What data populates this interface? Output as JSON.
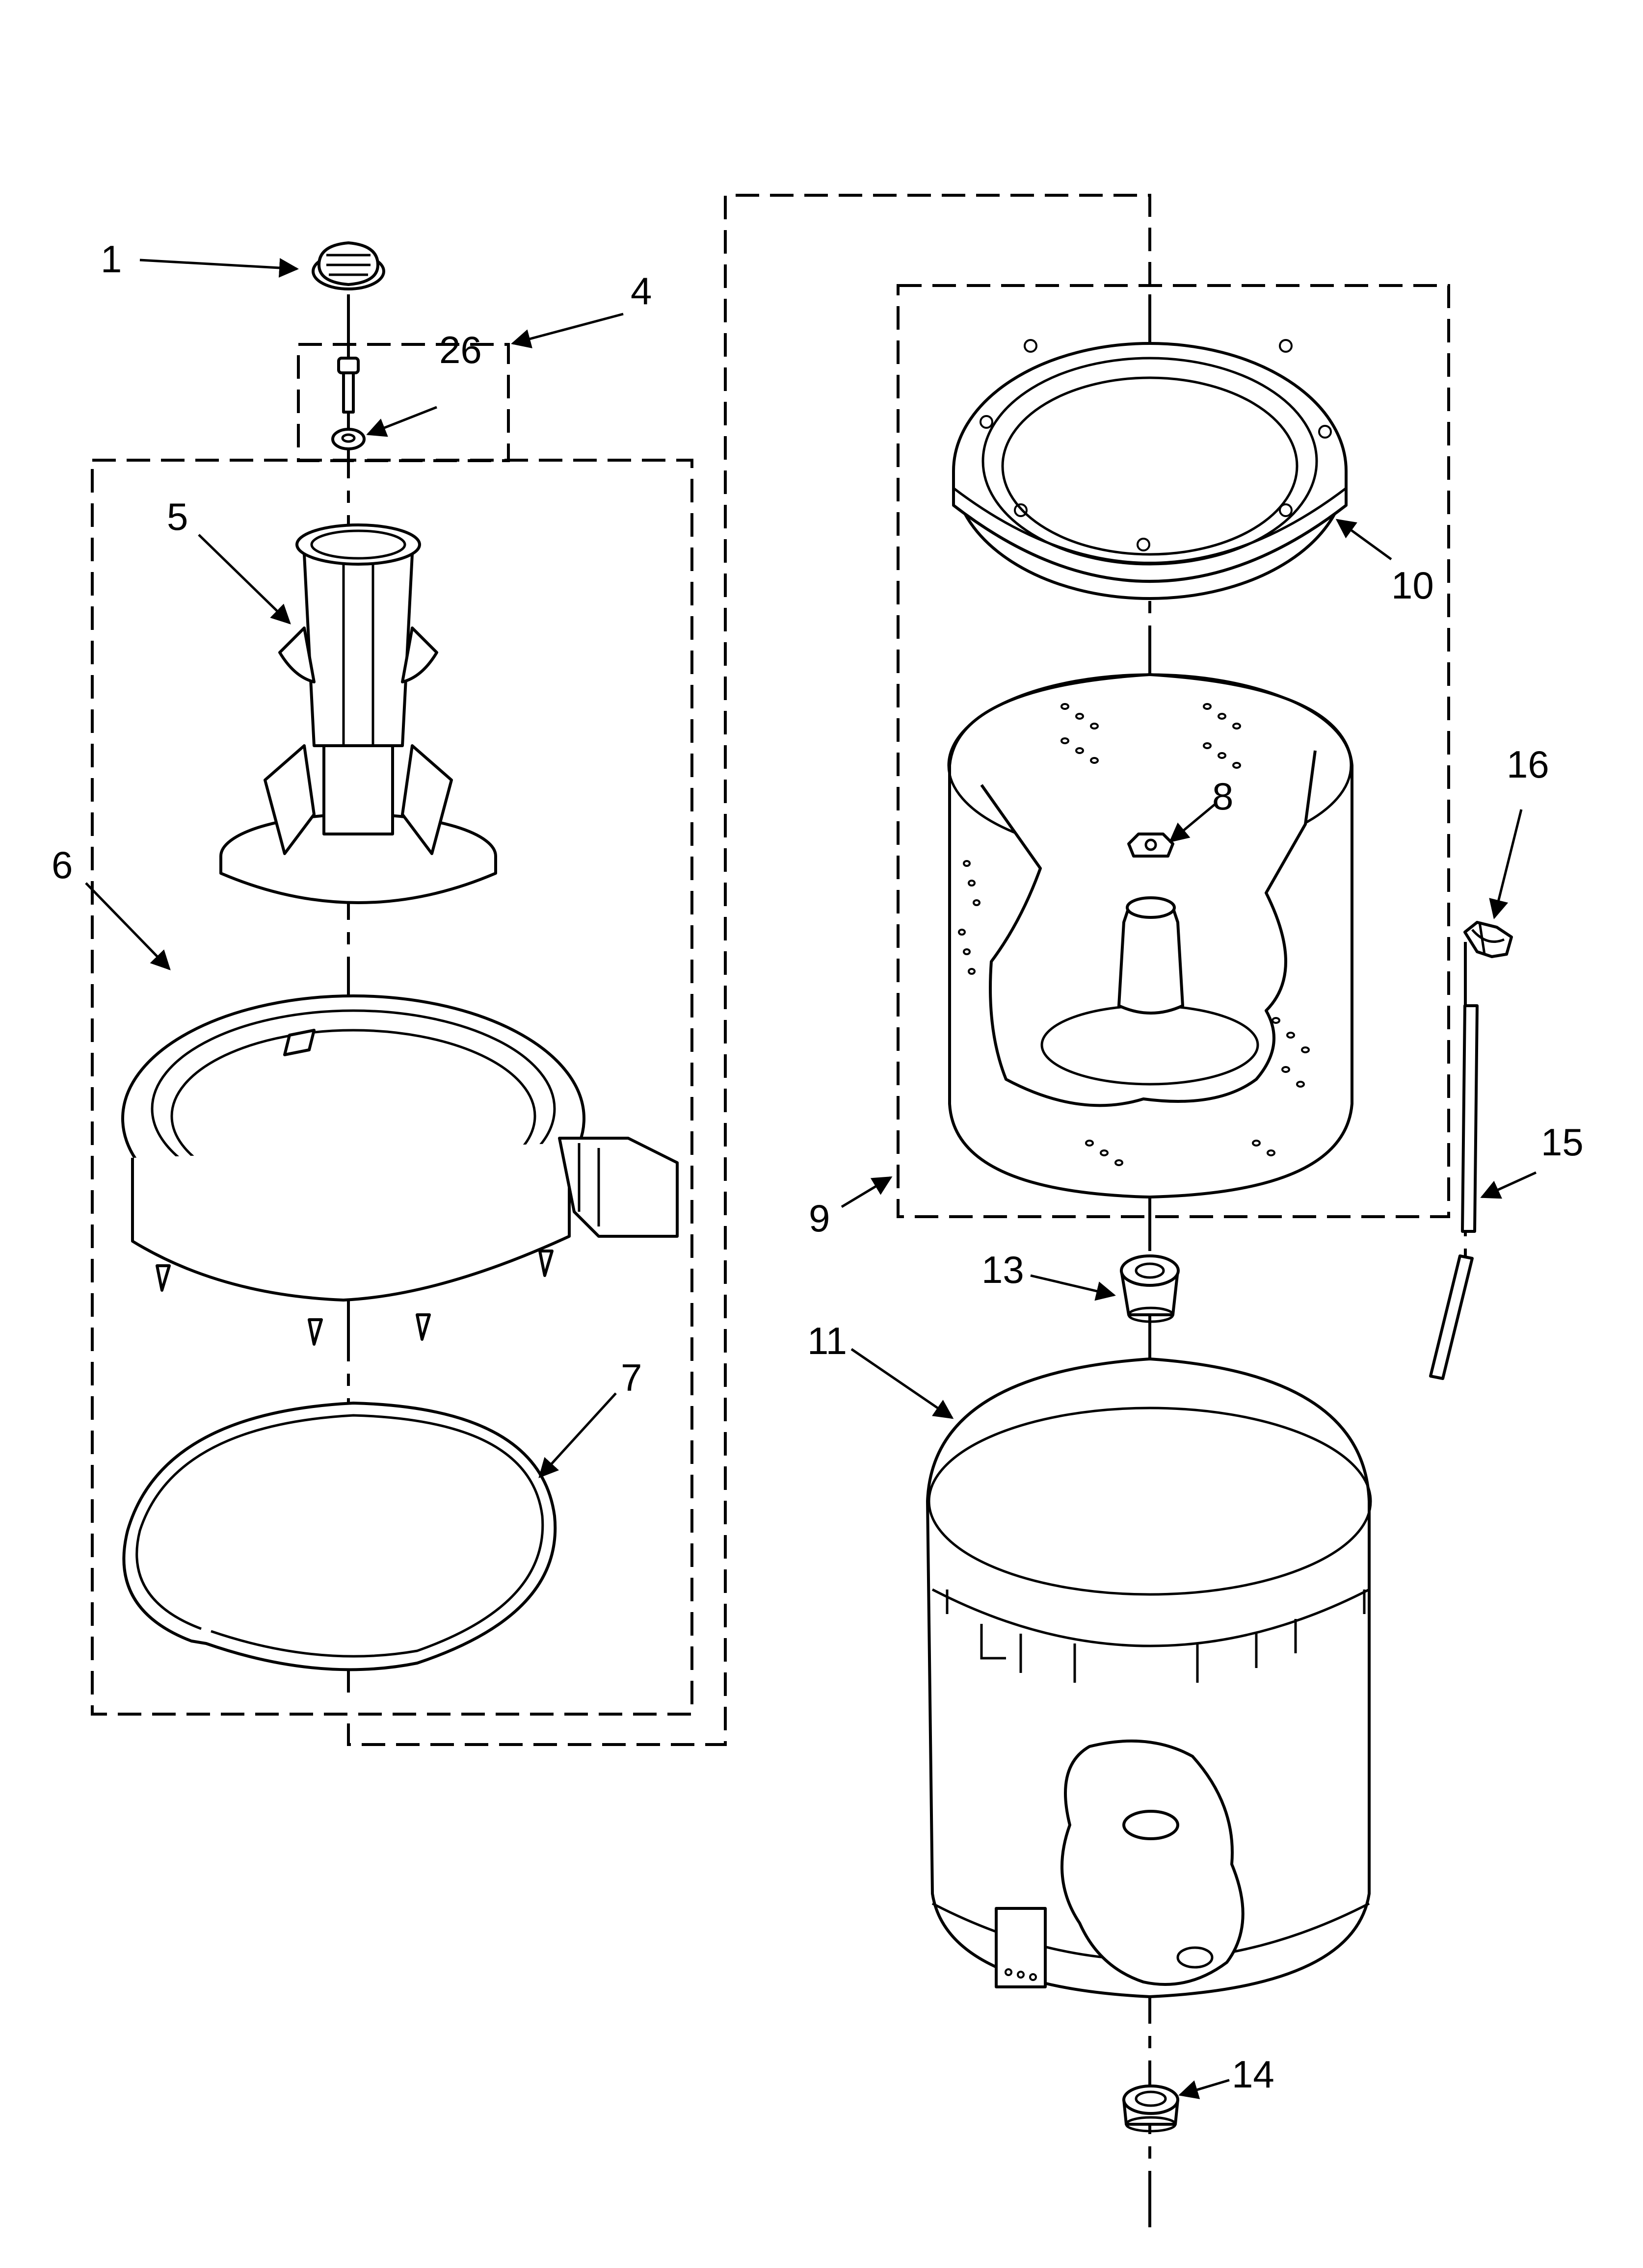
{
  "callouts": [
    {
      "id": "1",
      "label": "1"
    },
    {
      "id": "4",
      "label": "4"
    },
    {
      "id": "26",
      "label": "26"
    },
    {
      "id": "5",
      "label": "5"
    },
    {
      "id": "6",
      "label": "6"
    },
    {
      "id": "7",
      "label": "7"
    },
    {
      "id": "8",
      "label": "8"
    },
    {
      "id": "9",
      "label": "9"
    },
    {
      "id": "10",
      "label": "10"
    },
    {
      "id": "11",
      "label": "11"
    },
    {
      "id": "13",
      "label": "13"
    },
    {
      "id": "14",
      "label": "14"
    },
    {
      "id": "15",
      "label": "15"
    },
    {
      "id": "16",
      "label": "16"
    }
  ],
  "colors": {
    "line": "#000000",
    "background": "#ffffff"
  }
}
